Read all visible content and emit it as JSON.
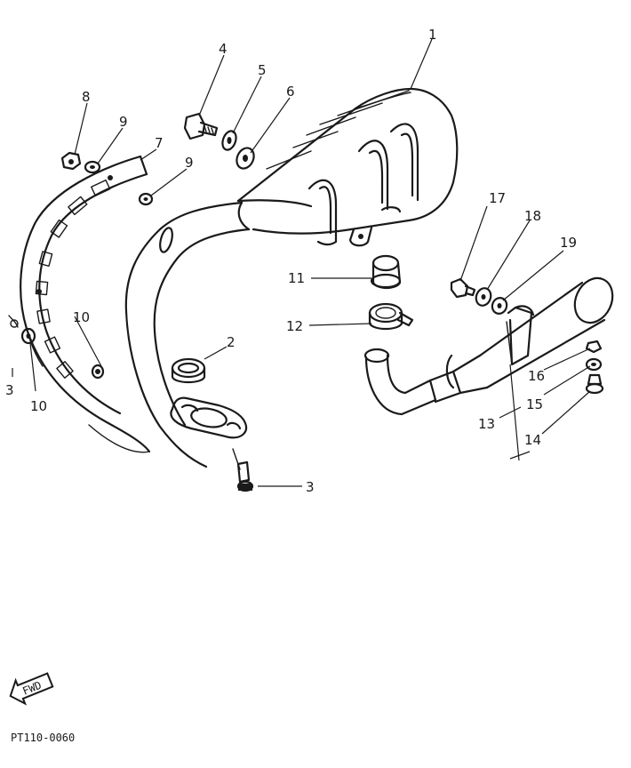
{
  "diagram": {
    "code": "PT110-0060",
    "fwd_label": "FWD",
    "callouts": [
      {
        "id": "c1",
        "label": "1"
      },
      {
        "id": "c2",
        "label": "2"
      },
      {
        "id": "c3",
        "label": "3"
      },
      {
        "id": "c4",
        "label": "4"
      },
      {
        "id": "c5",
        "label": "5"
      },
      {
        "id": "c6",
        "label": "6"
      },
      {
        "id": "c7",
        "label": "7"
      },
      {
        "id": "c8",
        "label": "8"
      },
      {
        "id": "c9a",
        "label": "9"
      },
      {
        "id": "c9b",
        "label": "9"
      },
      {
        "id": "c10a",
        "label": "10"
      },
      {
        "id": "c10b",
        "label": "10"
      },
      {
        "id": "c11",
        "label": "11"
      },
      {
        "id": "c12",
        "label": "12"
      },
      {
        "id": "c13",
        "label": "13"
      },
      {
        "id": "c14",
        "label": "14"
      },
      {
        "id": "c15",
        "label": "15"
      },
      {
        "id": "c16",
        "label": "16"
      },
      {
        "id": "c17",
        "label": "17"
      },
      {
        "id": "c18",
        "label": "18"
      },
      {
        "id": "c19",
        "label": "19"
      },
      {
        "id": "c3edge",
        "label": "3"
      }
    ]
  }
}
